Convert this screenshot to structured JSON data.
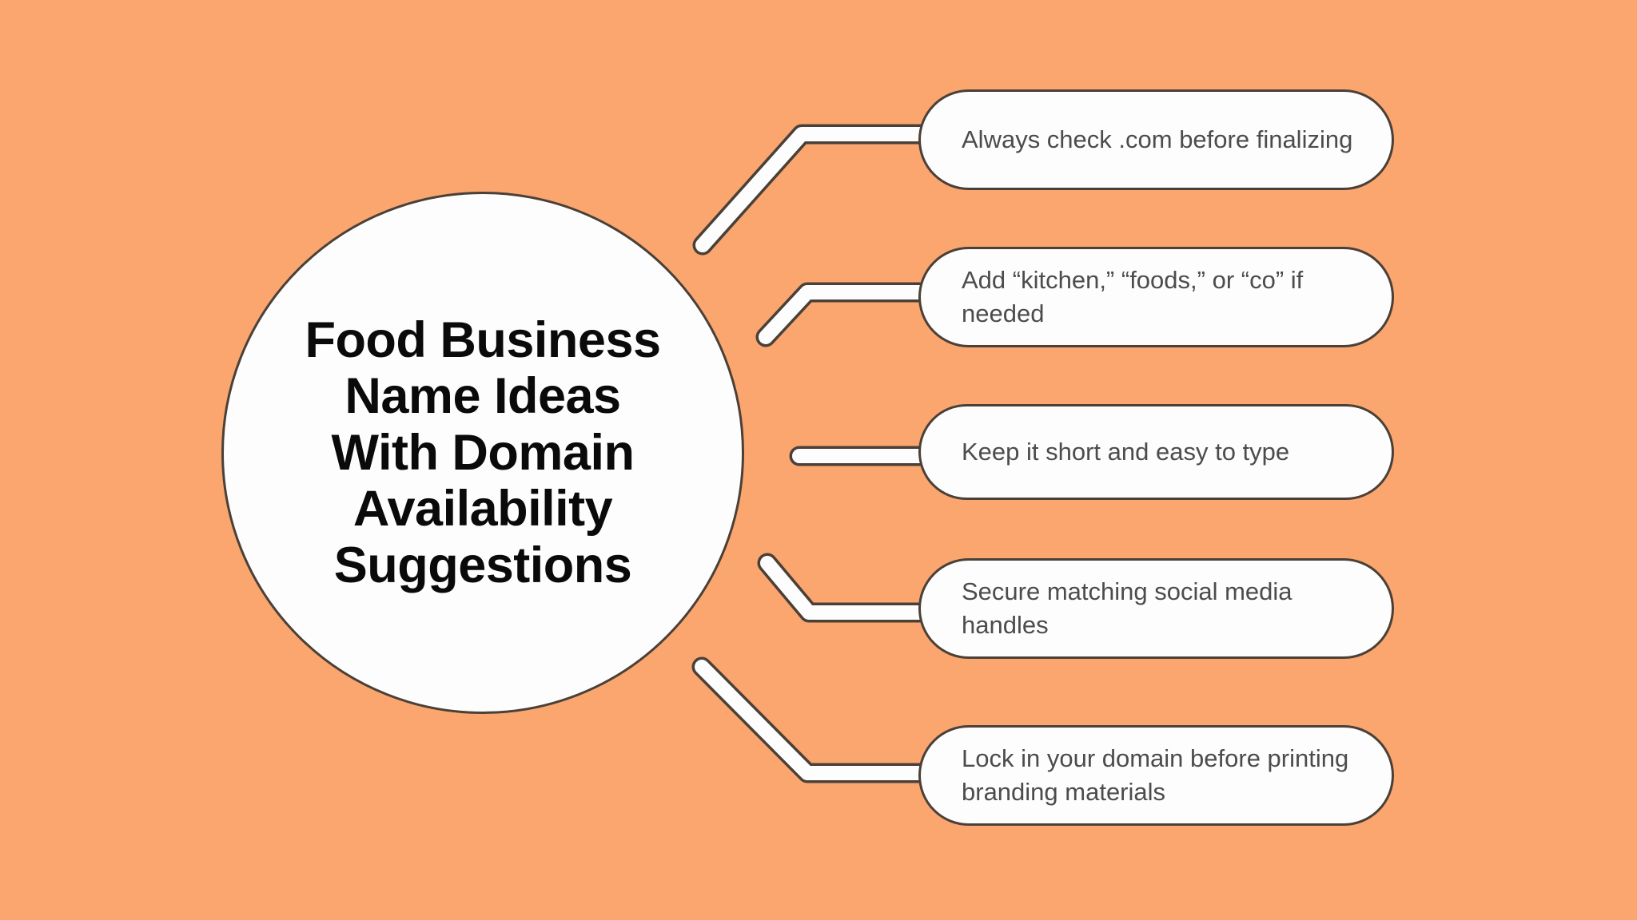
{
  "theme": {
    "background_color": "#FAA66E",
    "node_fill": "#FDFDFD",
    "outline_color": "#4A4038",
    "title_text_color": "#0A0A0A",
    "branch_text_color": "#4C4C4C"
  },
  "center": {
    "title": "Food Business\nName Ideas\nWith Domain\nAvailability\nSuggestions"
  },
  "branches": [
    {
      "id": "branch-1",
      "label": "Always check .com before finalizing"
    },
    {
      "id": "branch-2",
      "label": "Add “kitchen,” “foods,” or “co” if needed"
    },
    {
      "id": "branch-3",
      "label": "Keep it short and easy to type"
    },
    {
      "id": "branch-4",
      "label": "Secure matching social media handles"
    },
    {
      "id": "branch-5",
      "label": "Lock in your domain before printing branding materials"
    }
  ]
}
